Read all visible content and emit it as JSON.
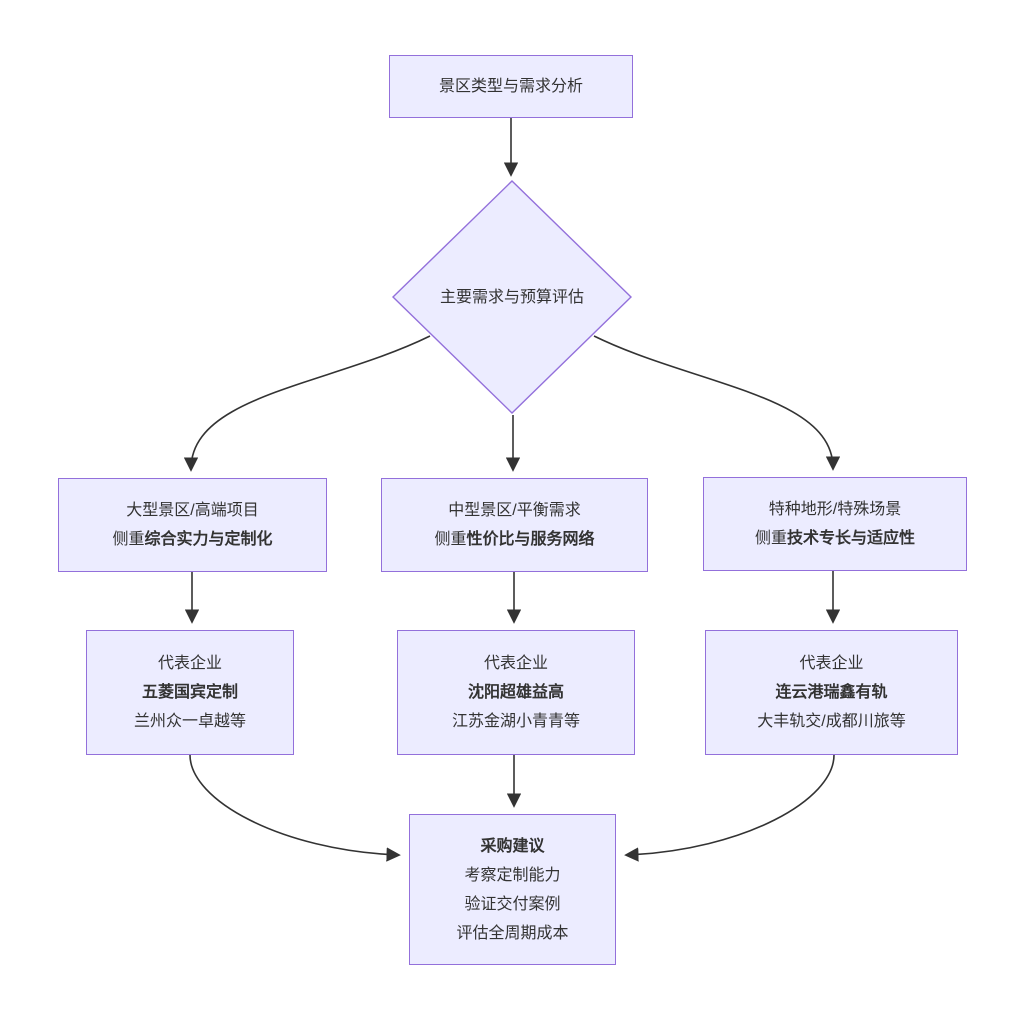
{
  "colors": {
    "node_fill": "#ECECFF",
    "node_border": "#9370DB",
    "edge": "#333333",
    "text": "#333333",
    "bg": "#FFFFFF"
  },
  "flowchart": {
    "start": {
      "label": "景区类型与需求分析"
    },
    "decision": {
      "label": "主要需求与预算评估"
    },
    "branches": [
      {
        "category": "大型景区/高端项目",
        "focus_prefix": "侧重",
        "focus": "综合实力与定制化"
      },
      {
        "category": "中型景区/平衡需求",
        "focus_prefix": "侧重",
        "focus": "性价比与服务网络"
      },
      {
        "category": "特种地形/特殊场景",
        "focus_prefix": "侧重",
        "focus": "技术专长与适应性"
      }
    ],
    "representatives": [
      {
        "heading": "代表企业",
        "primary": "五菱国宾定制",
        "secondary": "兰州众一卓越等"
      },
      {
        "heading": "代表企业",
        "primary": "沈阳超雄益高",
        "secondary": "江苏金湖小青青等"
      },
      {
        "heading": "代表企业",
        "primary": "连云港瑞鑫有轨",
        "secondary": "大丰轨交/成都川旅等"
      }
    ],
    "recommendation": {
      "heading": "采购建议",
      "items": [
        "考察定制能力",
        "验证交付案例",
        "评估全周期成本"
      ]
    }
  }
}
